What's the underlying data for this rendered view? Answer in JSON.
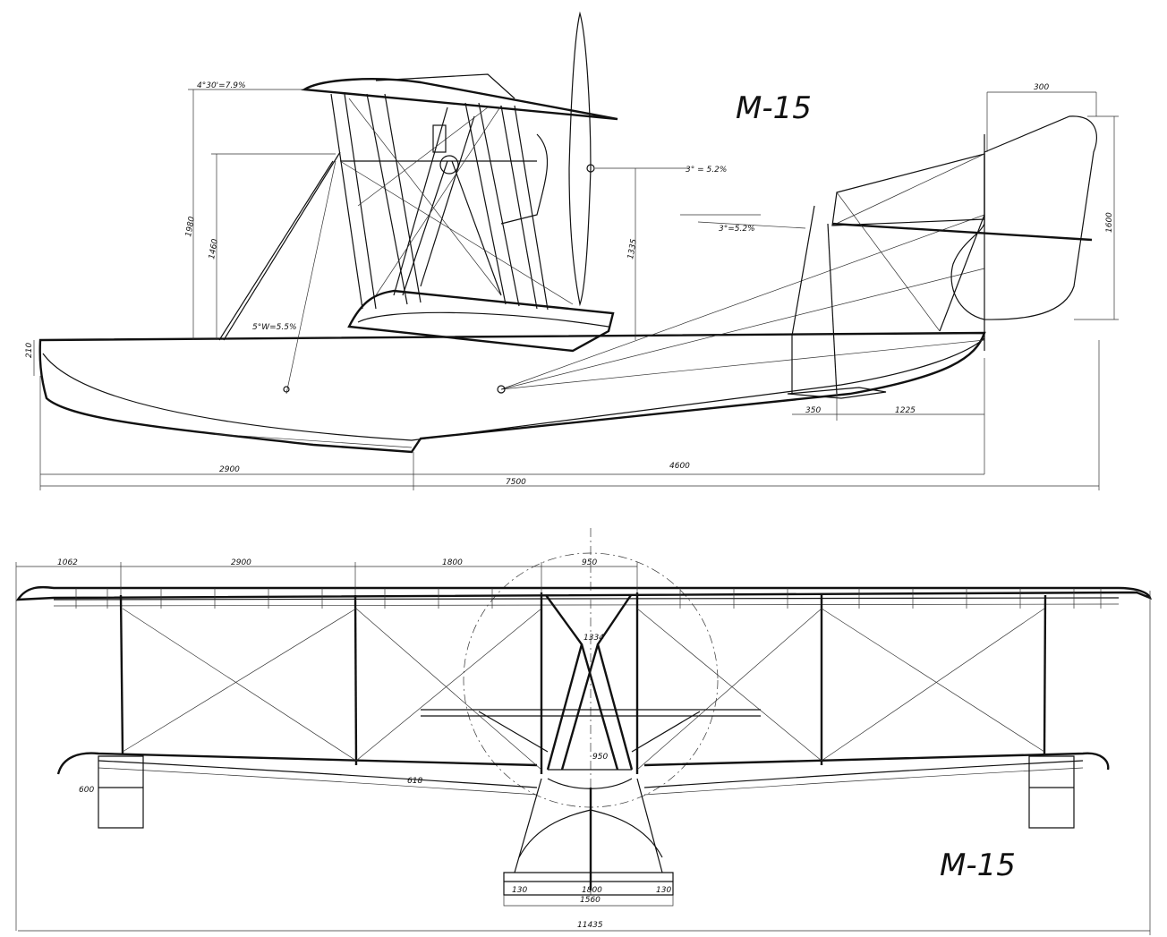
{
  "drawing": {
    "side_view": {
      "title": "M-15",
      "dims": {
        "upper_wing_incidence": "4°30'=7.9%",
        "height_top_wing": "1980",
        "height_strut": "1460",
        "height_engine": "1335",
        "thrust_angle": "3° = 5.2%",
        "tail_incidence": "3°=5.2%",
        "lower_wing_incidence": "5°W=5.5%",
        "hull_depth": "210",
        "fin_chord": "300",
        "fin_height": "1600",
        "tail_strut_offset": "350",
        "tail_strut_dist": "1225",
        "forebody": "2900",
        "afterbody": "4600",
        "length": "7500"
      }
    },
    "front_view": {
      "title": "M-15",
      "dims": {
        "tip": "1062",
        "outer_bay": "2900",
        "inner_bay": "1800",
        "center": "950",
        "cabane": "1334",
        "gap": "950",
        "float_track": "1800",
        "float_width": "1560",
        "float_left": "130",
        "float_right": "130",
        "span": "11435",
        "wingtip_float": "600",
        "lower_mark": "618"
      }
    }
  }
}
